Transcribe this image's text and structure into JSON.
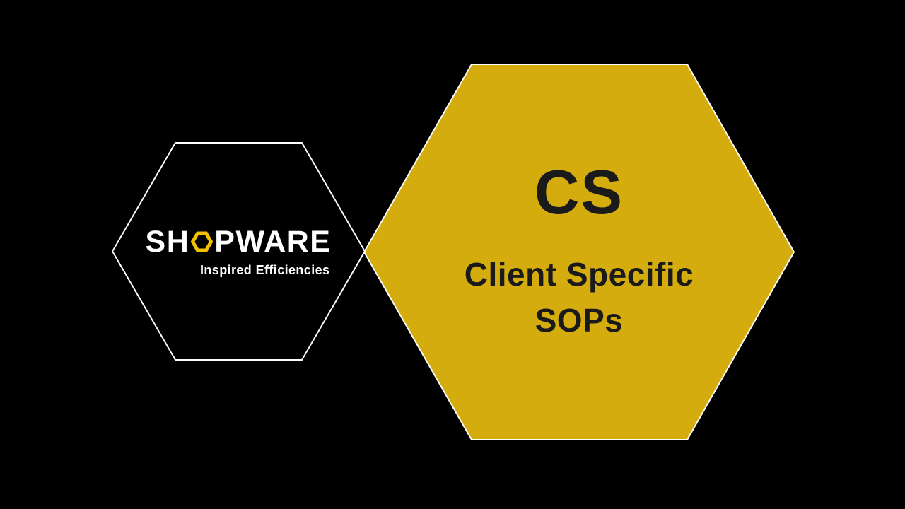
{
  "slide": {
    "background_color": "#000000"
  },
  "logo_hexagon": {
    "outline_color": "#FFFFFF",
    "brand_prefix": "SH",
    "brand_suffix": "PWARE",
    "brand_text_color": "#FFFFFF",
    "o_hexagon_icon_color": "#F2C200",
    "tagline": "Inspired Efficiencies"
  },
  "topic_hexagon": {
    "fill_color": "#D4AC0D",
    "border_color": "#FFFFFF",
    "text_color": "#1A1A1A",
    "abbreviation": "CS",
    "label_line1": "Client Specific",
    "label_line2": "SOPs"
  }
}
